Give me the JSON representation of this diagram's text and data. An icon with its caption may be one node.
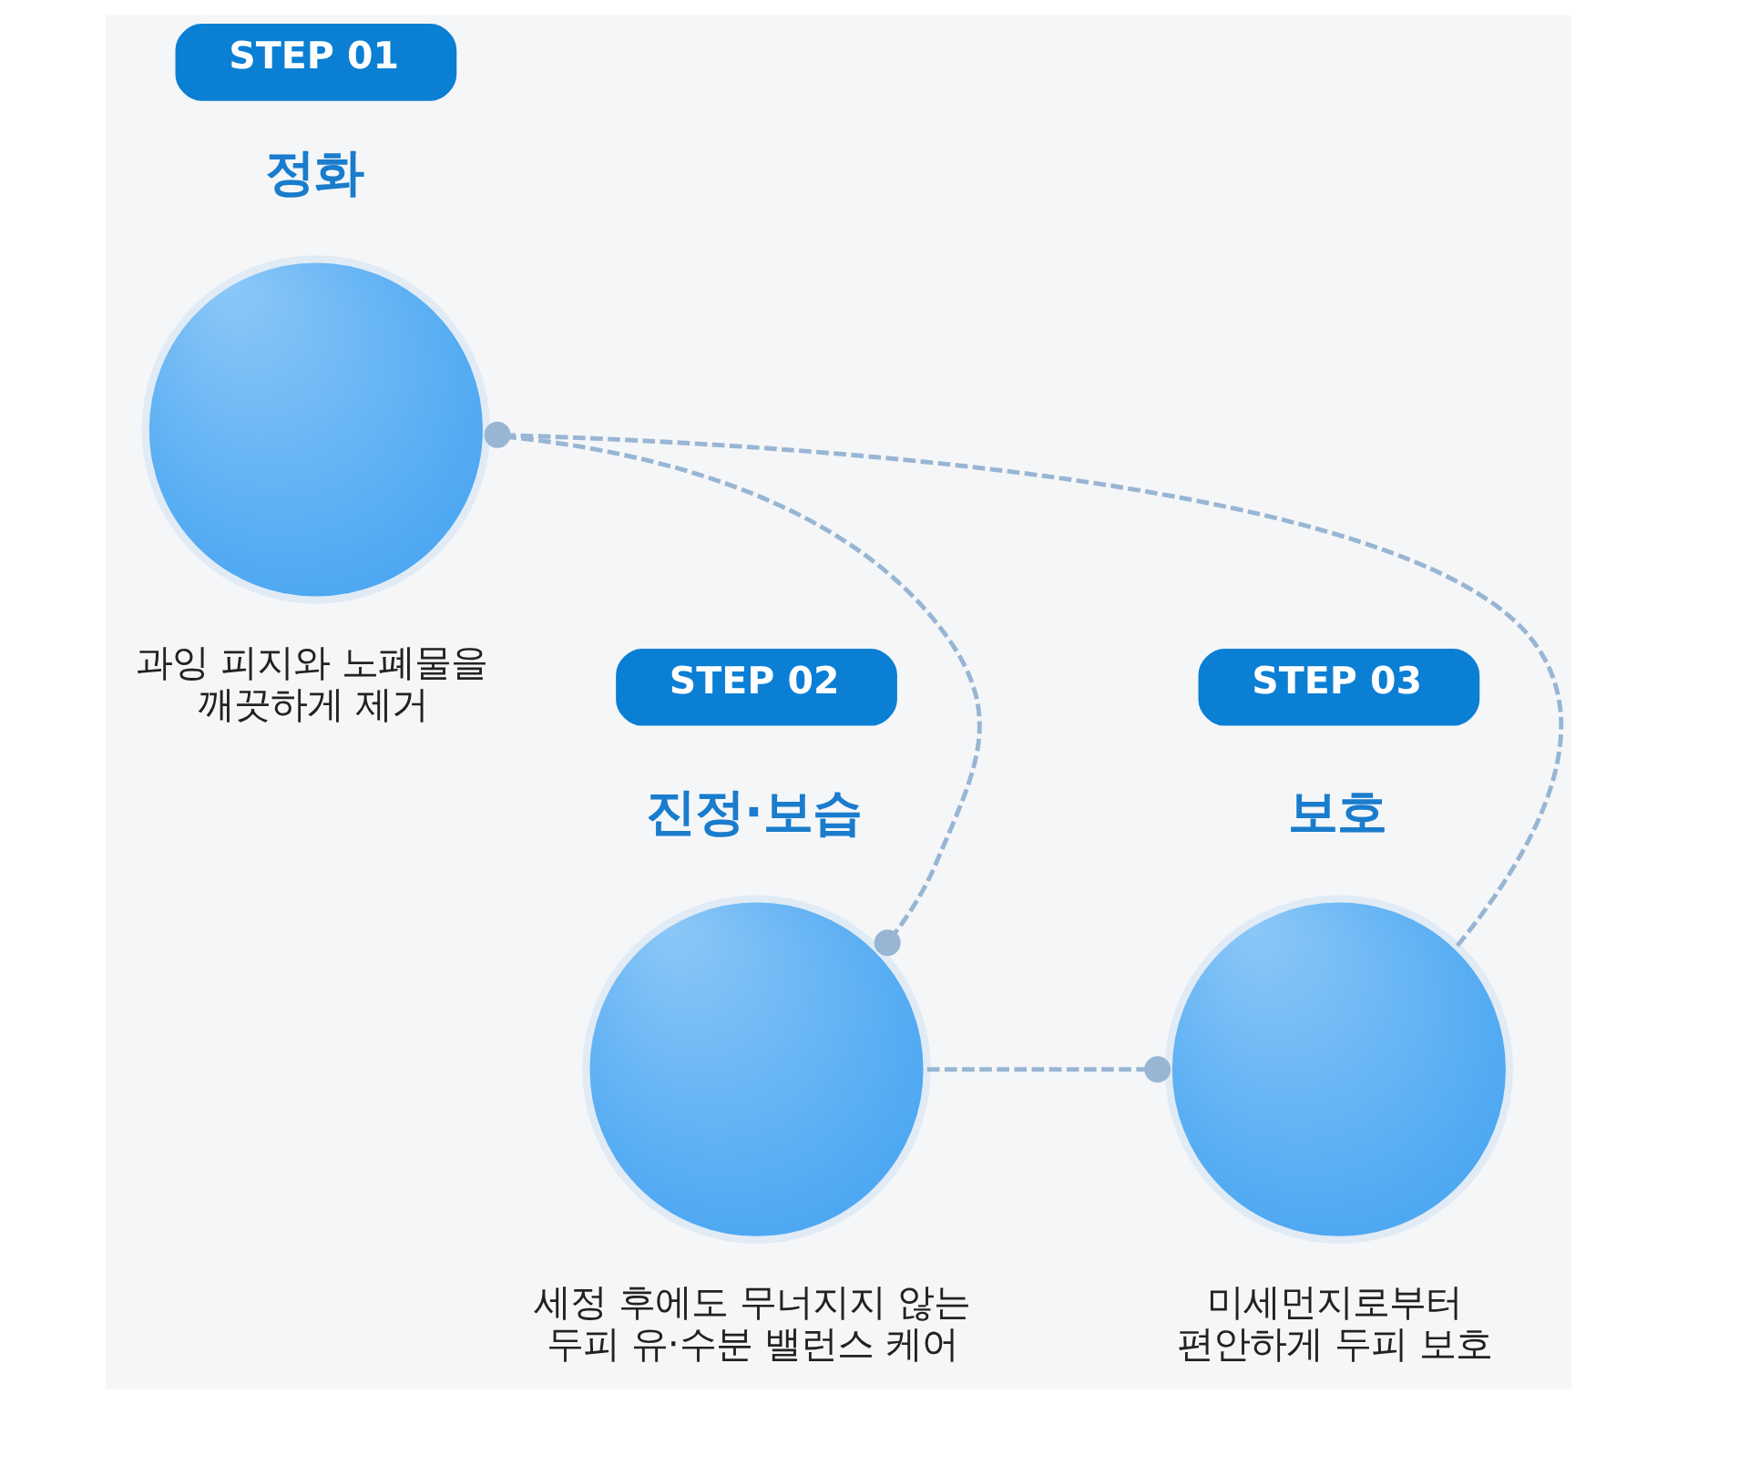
{
  "diagram": {
    "nodes": [
      {
        "text": [
          "STEP 01"
        ]
      },
      {
        "text": [],
        "shape": "circle",
        "beside": [
          "정화",
          "과잉 피지와 노폐물을 깨끗하게 제거"
        ]
      },
      {
        "text": [
          "STEP 02"
        ]
      },
      {
        "text": [],
        "shape": "circle",
        "beside": [
          "진정·보습",
          "세정 후에도 무너지지 않는 두피 유·수분 밸런스 케어"
        ]
      },
      {
        "text": [
          "STEP 03"
        ]
      },
      {
        "text": [],
        "shape": "circle",
        "beside": [
          "보호",
          "미세먼지로부터 편안하게 두피 보호"
        ]
      }
    ],
    "edges": [
      {
        "from": 1,
        "to": 3,
        "arrow": "other",
        "style": "dashed"
      },
      {
        "from": 5,
        "to": 1,
        "arrow": "other",
        "style": "dashed"
      },
      {
        "from": 3,
        "to": 5,
        "arrow": "other",
        "style": "dashed"
      }
    ]
  }
}
